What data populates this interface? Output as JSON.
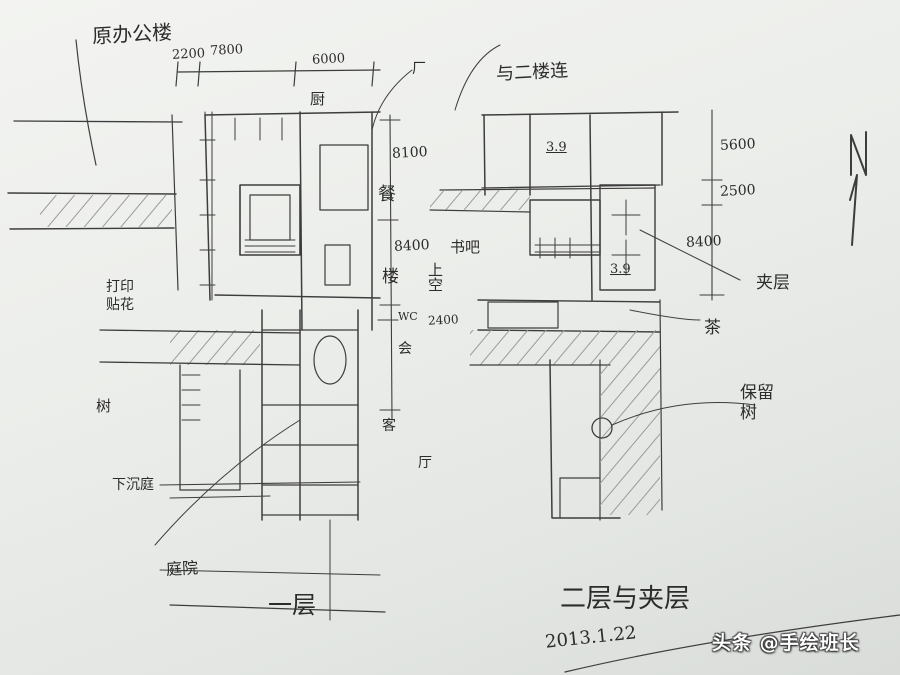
{
  "drawing": {
    "title_left": "一层",
    "title_right": "二层与夹层",
    "date": "2013.1.22",
    "north_label": "N",
    "watermark": "头条 @手绘班长",
    "paper_color": "#eceeeb",
    "pencil_color": "#3a3a3a"
  },
  "annotations": {
    "old_office": "原办公楼",
    "connect_second_floor": "与二楼连",
    "kitchen": "厨",
    "dining": "餐",
    "stair": "楼",
    "book_bar": "书吧",
    "void_above": "上空",
    "wc": "WC",
    "meeting": "会",
    "guest": "客",
    "hall": "厅",
    "print_board": "打印贴花",
    "tree_left": "树",
    "sunken_court": "下沉庭",
    "courtyard": "庭院",
    "mezzanine": "夹层",
    "tea": "茶",
    "retained_tree": "保留树",
    "factory_mark": "厂",
    "level_a": "3.9",
    "level_b": "3.9"
  },
  "dimensions": {
    "d1": "2200",
    "d2": "7800",
    "d3": "6000",
    "d4": "8100",
    "d5": "8400",
    "d6": "2400",
    "d7": "5600",
    "d8": "2500",
    "d9": "8400"
  }
}
